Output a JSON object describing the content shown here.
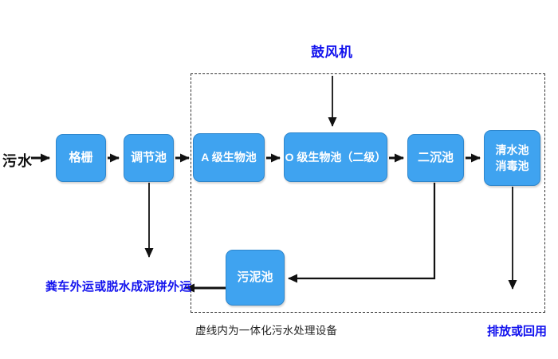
{
  "colors": {
    "box_fill": "#3FA3F0",
    "box_border": "#2E86CC",
    "box_text": "#FFFFFF",
    "annotation_blue": "#1212EE",
    "arrow_black": "#111111",
    "dashed_border": "#333333",
    "background": "#FFFFFF"
  },
  "diagram": {
    "inflow_label": "污水",
    "blower_label": "鼓风机",
    "boxes": {
      "grating": "格栅",
      "regulating": "调节池",
      "a_bio": "A 级生物池",
      "o_bio": "O 级生物池（二级）",
      "secondary_sed": "二沉池",
      "clear_water_line1": "清水池",
      "clear_water_line2": "消毒池",
      "sludge": "污泥池"
    },
    "labels": {
      "sludge_disposal": "粪车外运或脱水成泥饼外运",
      "discharge": "排放或回用",
      "dashed_caption": "虚线内为一体化污水处理设备"
    }
  }
}
